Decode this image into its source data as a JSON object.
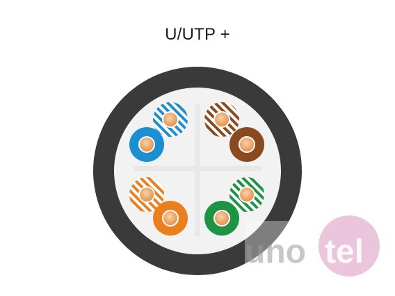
{
  "title": "U/UTP +",
  "cable": {
    "jacket_color": "#3a3a3a",
    "core_color": "#f2f2f2",
    "separator_color": "#e6e6e6",
    "copper_color": "#e89a57",
    "copper_highlight": "#f6c898",
    "pairs": [
      {
        "name": "blue",
        "solid_color": "#1c8fd0",
        "stripe_color": "#1c8fd0"
      },
      {
        "name": "brown",
        "solid_color": "#8a4a1f",
        "stripe_color": "#8a4a1f"
      },
      {
        "name": "orange",
        "solid_color": "#ea7f1d",
        "stripe_color": "#ea7f1d"
      },
      {
        "name": "green",
        "solid_color": "#1e9344",
        "stripe_color": "#1e9344"
      }
    ]
  },
  "watermark": {
    "brand_part1": "uno",
    "brand_part2": "tel",
    "text_color": "#9a9a9a",
    "circle_color": "#e6b7d3"
  }
}
